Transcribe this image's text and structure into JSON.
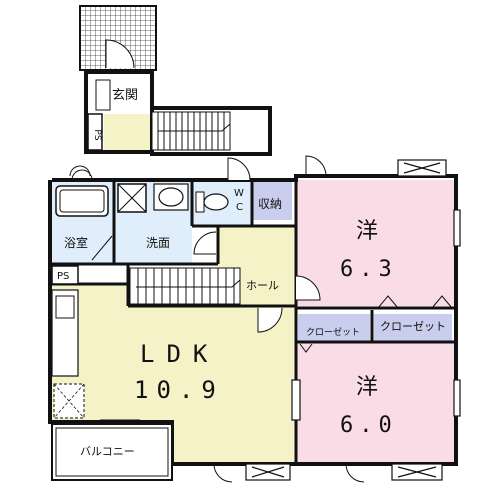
{
  "rooms": {
    "genkan": "玄関",
    "ps_top": "PS",
    "wc": "WC",
    "shuno": "収納",
    "bath": "浴室",
    "senmen": "洗面",
    "ps_mid": "PS",
    "hall": "ホール",
    "closet_small": "クローゼット",
    "closet": "クローゼット",
    "western1_name": "洋",
    "western1_size": "6.3",
    "western2_name": "洋",
    "western2_size": "6.0",
    "ldk_name": "LDK",
    "ldk_size": "10.9",
    "balcony": "バルコニー"
  },
  "colors": {
    "wall": "#111111",
    "western": "#f9dce6",
    "ldk": "#f5f2c8",
    "wet_area": "#dfeefa",
    "hall": "#f5f2c8",
    "closet": "#c9cdee",
    "shuno": "#c9cdee",
    "outdoor": "#ffffff"
  }
}
